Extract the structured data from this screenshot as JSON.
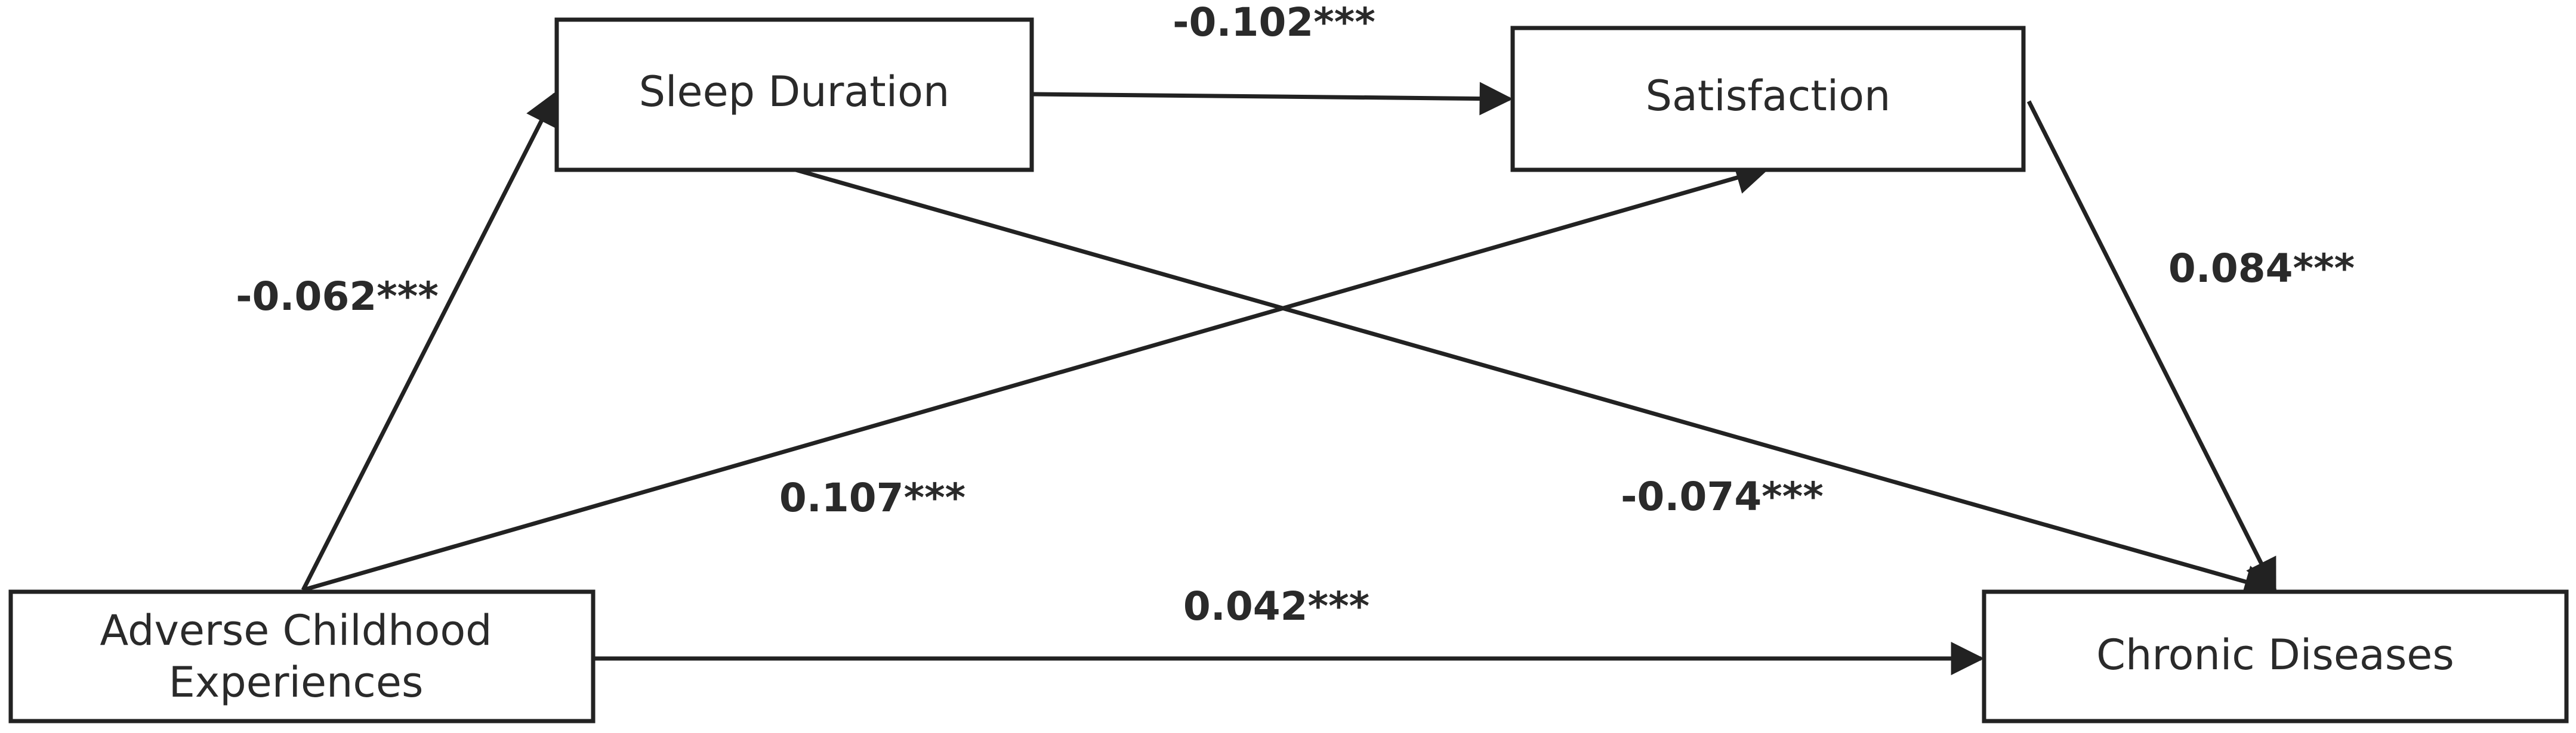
{
  "nodes": {
    "sleep_duration": {
      "label": "Sleep Duration"
    },
    "satisfaction": {
      "label": "Satisfaction"
    },
    "aces": {
      "label_line1": "Adverse Childhood",
      "label_line2": "Experiences"
    },
    "chronic_diseases": {
      "label": "Chronic Diseases"
    }
  },
  "edges": {
    "sleep_to_satisfaction": {
      "coefficient": "-0.102***"
    },
    "aces_to_sleep": {
      "coefficient": "-0.062***"
    },
    "satisfaction_to_chronic": {
      "coefficient": "0.084***"
    },
    "aces_to_satisfaction": {
      "coefficient": "0.107***"
    },
    "sleep_to_chronic": {
      "coefficient": "-0.074***"
    },
    "aces_to_chronic": {
      "coefficient": "0.042***"
    }
  },
  "colors": {
    "stroke": "#222222",
    "text": "#2a2a2a",
    "background": "#ffffff"
  }
}
